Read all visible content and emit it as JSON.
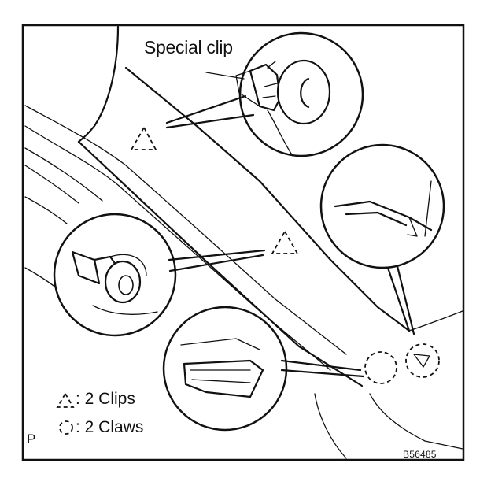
{
  "figure": {
    "callout_label": "Special clip",
    "legend": {
      "clips": {
        "symbol": "triangle-dashed",
        "text": "2 Clips"
      },
      "claws": {
        "symbol": "circle-dashed",
        "text": "2 Claws"
      }
    },
    "corner_label": "P",
    "figure_code": "B56485"
  }
}
